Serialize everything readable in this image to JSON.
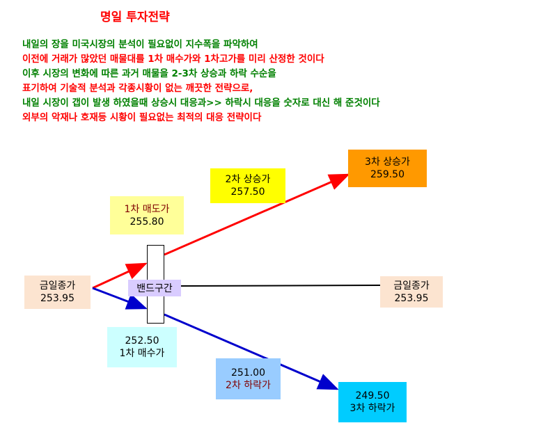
{
  "title": "명일 투자전략",
  "description": [
    {
      "text": "내일의 장을 미국시장의 분석이 필요없이 지수폭을 파악하여",
      "color": "#008000"
    },
    {
      "text": "이전에 거래가 많았던 매물대를 1차 매수가와 1차고가를 미리 산정한 것이다",
      "color": "#ff0000"
    },
    {
      "text": "이후 시장의 변화에 따른 과거 매물을 2-3차 상승과 하락 수순을",
      "color": "#008000"
    },
    {
      "text": "표기하여 기술적  분석과 각종시황이 없는 깨끗한 전략으로,",
      "color": "#ff0000"
    },
    {
      "text": "내일 시장이 갭이 발생 하였을때 상승시 대응과>> 하락시 대응을 숫자로 대신 해 준것이다",
      "color": "#008000"
    },
    {
      "text": "외부의 악재나 호재등  시황이 필요없는 최적의 대응 전략이다",
      "color": "#ff0000"
    }
  ],
  "band_label": "밴드구간",
  "nodes": {
    "today_close_left": {
      "label": "금일종가",
      "value": "253.95"
    },
    "today_close_right": {
      "label": "금일종가",
      "value": "253.95"
    },
    "sell_1": {
      "label": "1차 매도가",
      "value": "255.80"
    },
    "buy_1": {
      "label": "1차 매수가",
      "value": "252.50"
    },
    "rise_2": {
      "label": "2차 상승가",
      "value": "257.50"
    },
    "rise_3": {
      "label": "3차 상승가",
      "value": "259.50"
    },
    "fall_2": {
      "label": "2차 하락가",
      "value": "251.00"
    },
    "fall_3": {
      "label": "3차 하락가",
      "value": "249.50"
    }
  },
  "colors": {
    "rise_line": "#ff0000",
    "fall_line": "#0000cc",
    "flat_line": "#000000",
    "close_box": "#fce4d0",
    "sell_box": "#ffff99",
    "buy_box": "#ccffff",
    "rise2_box": "#ffff00",
    "rise3_box": "#ff9900",
    "fall2_box": "#99ccff",
    "fall3_box": "#00ccff",
    "band_box": "#d9ccff"
  }
}
